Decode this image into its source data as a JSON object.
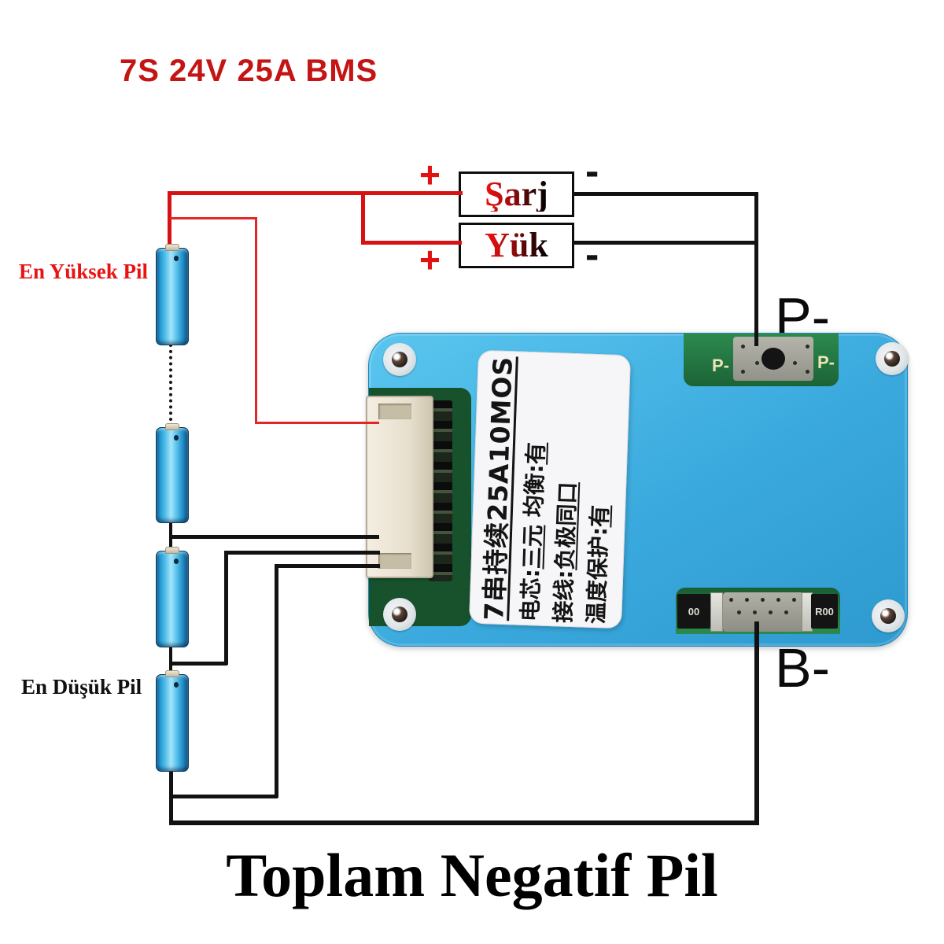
{
  "title": "7S 24V 25A BMS",
  "charge_box": {
    "plus": "+",
    "label": "Şarj",
    "minus": "-"
  },
  "load_box": {
    "plus": "+",
    "label": "Yük",
    "minus": "-"
  },
  "battery_labels": {
    "highest": "En Yüksek Pil",
    "lowest": "En Düşük Pil"
  },
  "terminals": {
    "p_minus": "P-",
    "b_minus": "B-"
  },
  "caption": "Toplam Negatif Pil",
  "bms_label": {
    "line1": "7串持续25A10MOS",
    "line2_prefix": "电芯:",
    "line2_u1": "三元",
    "line2_mid": " 均衡:",
    "line2_u2": "有",
    "line3_prefix": "接线:",
    "line3_u": "负极同口",
    "line4_prefix": "温度保护:",
    "line4_u": "有"
  },
  "board": {
    "silk_p_left": "P-",
    "silk_p_right": "P-",
    "chip_left": "00",
    "chip_right": "R00"
  },
  "colors": {
    "wire_red": "#d81212",
    "wire_black": "#121212",
    "board_blue": "#3aa9dd",
    "pcb_green": "#1c6336",
    "accent_red": "#c41414"
  }
}
